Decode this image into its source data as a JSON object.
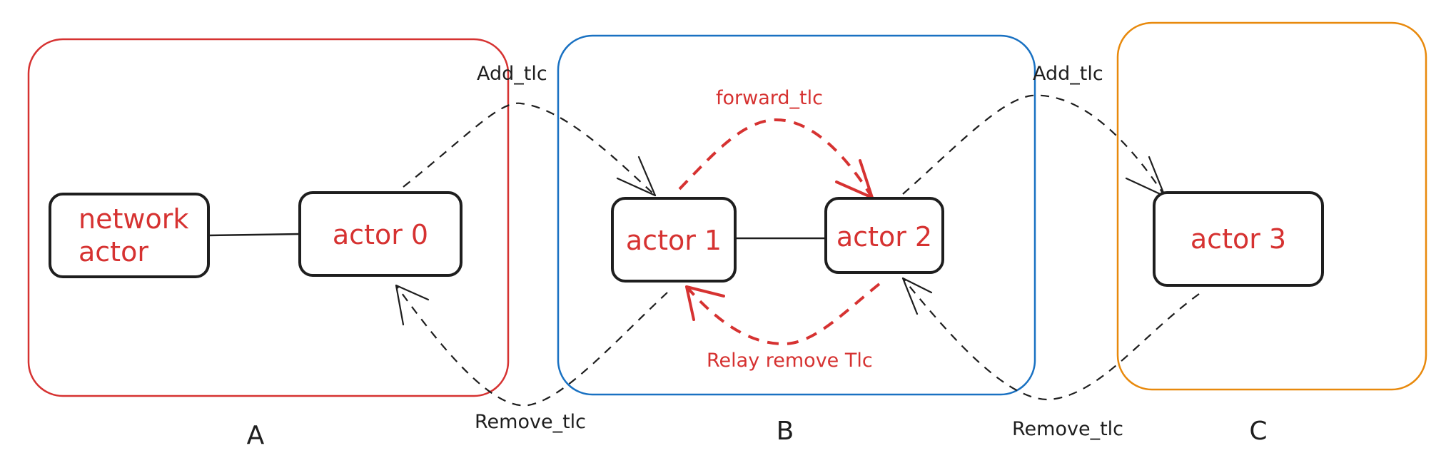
{
  "groups": {
    "a": {
      "label": "A",
      "color": "#d63231"
    },
    "b": {
      "label": "B",
      "color": "#1971c2"
    },
    "c": {
      "label": "C",
      "color": "#e8890c"
    }
  },
  "actors": {
    "network": {
      "line1": "network",
      "line2": "actor"
    },
    "actor0": {
      "label": "actor 0"
    },
    "actor1": {
      "label": "actor 1"
    },
    "actor2": {
      "label": "actor 2"
    },
    "actor3": {
      "label": "actor 3"
    }
  },
  "edges": {
    "add_tlc_1": "Add_tlc",
    "add_tlc_2": "Add_tlc",
    "forward_tlc": "forward_tlc",
    "relay_remove": "Relay remove Tlc",
    "remove_tlc_1": "Remove_tlc",
    "remove_tlc_2": "Remove_tlc"
  },
  "colors": {
    "ink": "#1e1e1e",
    "accent_red": "#d63231"
  }
}
